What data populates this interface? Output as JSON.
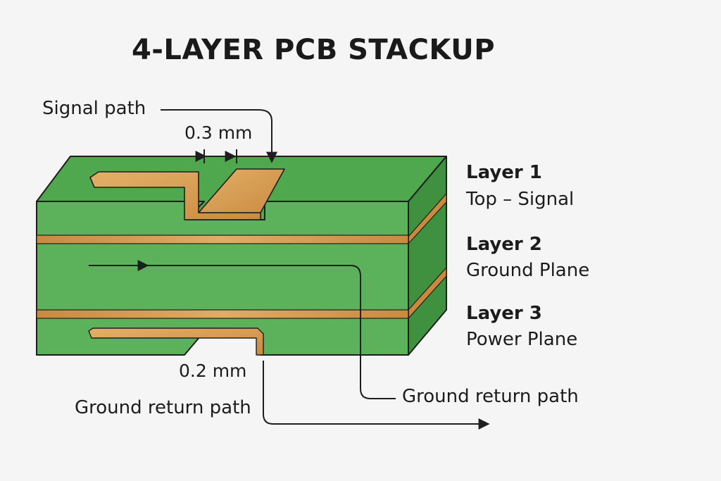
{
  "title": "4-LAYER PCB STACKUP",
  "annotations": {
    "signal_path": "Signal path",
    "trace_width": "0.3 mm",
    "bottom_gap": "0.2 mm",
    "ground_return_left": "Ground return path",
    "ground_return_right": "Ground return path"
  },
  "layers": [
    {
      "name": "Layer 1",
      "role": "Top – Signal"
    },
    {
      "name": "Layer 2",
      "role": "Ground Plane"
    },
    {
      "name": "Layer 3",
      "role": "Power Plane"
    }
  ],
  "colors": {
    "board_front": "#5cb25a",
    "board_top": "#4fa84d",
    "board_side": "#3f9140",
    "copper": "#d79a4e",
    "copper_dark": "#b87a32",
    "outline": "#1e1e1e",
    "background": "#f5f5f5"
  }
}
